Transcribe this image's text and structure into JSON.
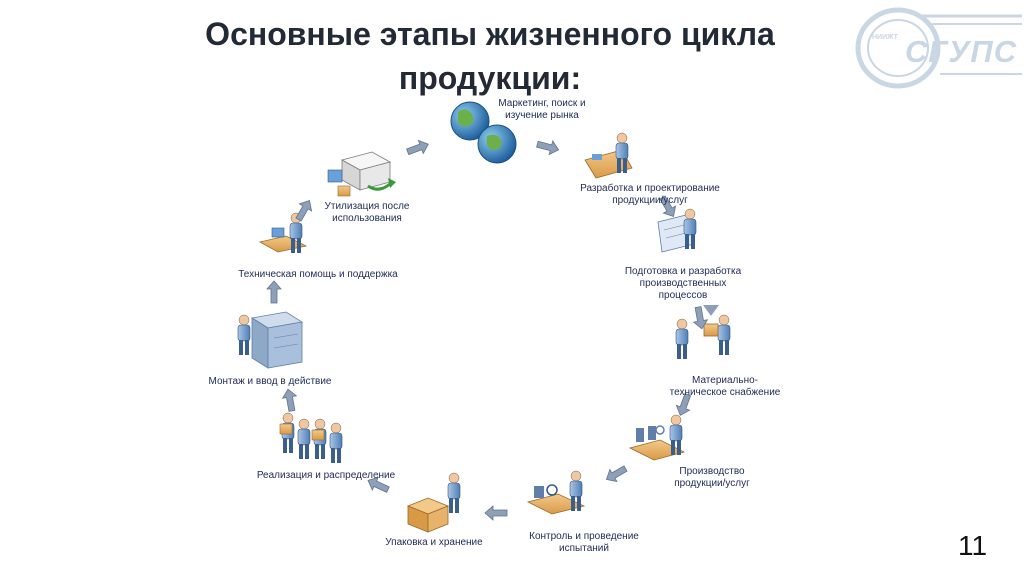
{
  "title": {
    "line1": "Основные этапы жизненного цикла",
    "line2": "продукции:"
  },
  "logo": {
    "text": "СГУПС",
    "small": "НИИЖТ"
  },
  "page_number": "11",
  "stages": [
    {
      "label": "Маркетинг, поиск и\nизучение рынка",
      "icon": "globes-icon"
    },
    {
      "label": "Разработка и проектирование\nпродукции/услуг",
      "icon": "designer-icon"
    },
    {
      "label": "Подготовка и разработка\nпроизводственных\nпроцессов",
      "icon": "blueprint-icon"
    },
    {
      "label": "Материально-\nтехническое снабжение",
      "icon": "workers-boxes-icon"
    },
    {
      "label": "Производство\nпродукции/услуг",
      "icon": "machine-icon"
    },
    {
      "label": "Контроль и проведение\nиспытаний",
      "icon": "inspection-icon"
    },
    {
      "label": "Упаковка и хранение",
      "icon": "packing-icon"
    },
    {
      "label": "Реализация и распределение",
      "icon": "delivery-people-icon"
    },
    {
      "label": "Монтаж и ввод в действие",
      "icon": "server-rack-icon"
    },
    {
      "label": "Техническая помощь и поддержка",
      "icon": "helpdesk-icon"
    },
    {
      "label": "Утилизация после\nиспользования",
      "icon": "truck-recycle-icon"
    }
  ],
  "colors": {
    "title": "#222a35",
    "label": "#1e2a55",
    "arrow": "#7c8fa8",
    "logo": "#c9d6e3"
  }
}
